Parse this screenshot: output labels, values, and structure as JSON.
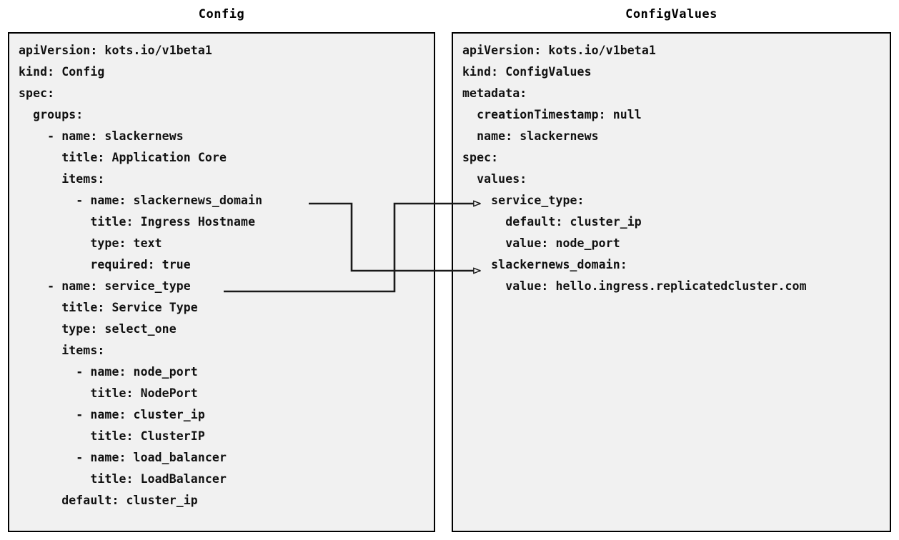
{
  "diagram": {
    "title_left": "Config",
    "title_right": "ConfigValues",
    "background_color": "#ffffff",
    "panel_fill_color": "#f1f1f1",
    "panel_border_color": "#000000",
    "connector_color": "#1a1a1a"
  },
  "left_panel": {
    "title": "Config",
    "lines": [
      "apiVersion: kots.io/v1beta1",
      "kind: Config",
      "spec:",
      "  groups:",
      "    - name: slackernews",
      "      title: Application Core",
      "      items:",
      "        - name: slackernews_domain",
      "          title: Ingress Hostname",
      "          type: text",
      "          required: true",
      "    - name: service_type",
      "      title: Service Type",
      "      type: select_one",
      "      items:",
      "        - name: node_port",
      "          title: NodePort",
      "        - name: cluster_ip",
      "          title: ClusterIP",
      "        - name: load_balancer",
      "          title: LoadBalancer",
      "      default: cluster_ip"
    ]
  },
  "right_panel": {
    "title": "ConfigValues",
    "lines": [
      "apiVersion: kots.io/v1beta1",
      "kind: ConfigValues",
      "metadata:",
      "  creationTimestamp: null",
      "  name: slackernews",
      "spec:",
      "  values:",
      "    service_type:",
      "      default: cluster_ip",
      "      value: node_port",
      "    slackernews_domain:",
      "      value: hello.ingress.replicatedcluster.com"
    ]
  },
  "connectors": [
    {
      "id": "slackernews-domain-mapping",
      "from_label": "slackernews_domain",
      "to_label": "slackernews_domain:",
      "from_line_index": 7,
      "to_line_index": 10,
      "arrowhead": "open-triangle"
    },
    {
      "id": "service-type-mapping",
      "from_label": "service_type",
      "to_label": "service_type:",
      "from_line_index": 11,
      "to_line_index": 7,
      "arrowhead": "open-triangle"
    }
  ]
}
